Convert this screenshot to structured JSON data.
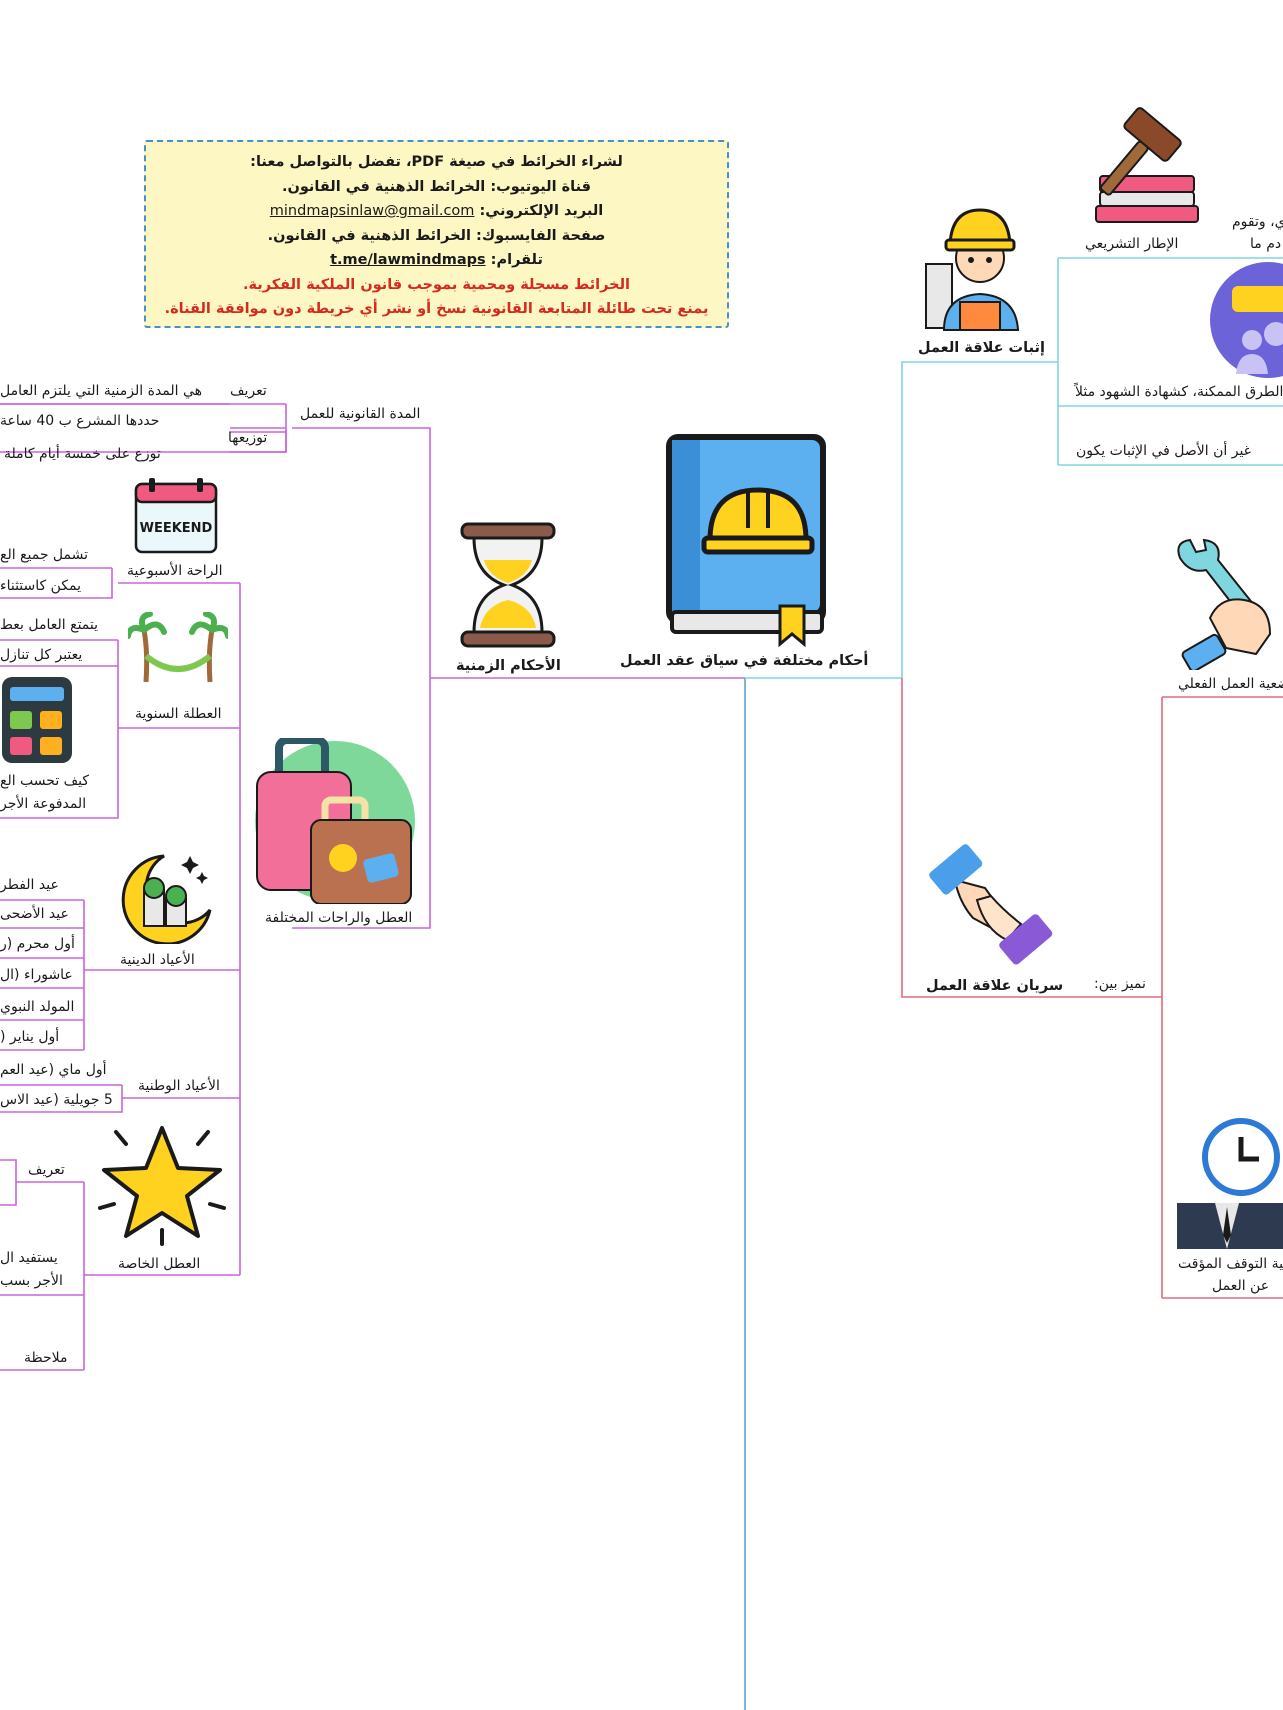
{
  "colors": {
    "purple_branch": "#c766d8",
    "cyan_branch": "#7fd6de",
    "red_branch": "#e06b7a",
    "blue_trunk": "#5aa3d6",
    "notice_bg": "#fdf7c3",
    "notice_border": "#4a90c8",
    "notice_red": "#d42a20"
  },
  "notice": {
    "line1": "لشراء الخرائط في صيغة PDF، تفضل بالتواصل معنا:",
    "line2": "قناة اليوتيوب: الخرائط الذهنية في القانون.",
    "line3_label": "البريد الإلكتروني:",
    "line3_email": "mindmapsinlaw@gmail.com",
    "line4": "صفحة الفايسبوك: الخرائط الذهنية في القانون.",
    "line5_label": "تلقرام:",
    "line5_link": "t.me/lawmindmaps",
    "line6": "الخرائط مسجلة ومحمية بموجب قانون الملكية الفكرية.",
    "line7": "يمنع تحت طائلة المتابعة القانونية نسخ أو نشر أي خريطة دون موافقة القناة."
  },
  "center": {
    "title": "أحكام مختلفة في سياق عقد العمل",
    "icon": "law-book-hard-hat-icon"
  },
  "time_rules": {
    "title": "الأحكام الزمنية",
    "icon": "hourglass-icon",
    "legal_duration": {
      "title": "المدة القانونية للعمل",
      "definition_label": "تعريف",
      "definition_text": "هي المدة الزمنية التي يلتزم العامل",
      "distribution_label": "توزيعها",
      "dist_item1": "حددها المشرع ب 40 ساعة",
      "dist_item2": "توزع على خمسة أيام كاملة"
    },
    "holidays": {
      "title": "العطل والراحات المختلفة",
      "icon": "luggage-icon",
      "weekly_rest": {
        "title": "الراحة الأسبوعية",
        "icon": "weekend-calendar-icon",
        "item1": "تشمل جميع الع",
        "item2": "يمكن كاستثناء"
      },
      "annual_leave": {
        "title": "العطلة السنوية",
        "icon": "palm-hammock-icon",
        "item1": "يتمتع العامل بعط",
        "item2": "يعتبر كل تنازل"
      },
      "calc": {
        "icon": "calculator-icon",
        "line1": "كيف تحسب الع",
        "line2": "المدفوعة الأجر"
      },
      "religious": {
        "title": "الأعياد الدينية",
        "icon": "crescent-mosque-icon",
        "items": [
          "عيد الفطر",
          "عيد الأضحى",
          "أول محرم (ر",
          "عاشوراء (ال",
          "المولد النبوي",
          "أول يناير ("
        ]
      },
      "national": {
        "title": "الأعياد الوطنية",
        "items": [
          "أول ماي (عيد العم",
          "5 جويلية (عيد الاس"
        ]
      },
      "special": {
        "title": "العطل الخاصة",
        "icon": "star-icon",
        "definition_label": "تعريف",
        "benefit_line1": "يستفيد ال",
        "benefit_line2": "الأجر بسب",
        "note_label": "ملاحظة"
      }
    }
  },
  "proof": {
    "title": "إثبات علاقة العمل",
    "icon": "construction-worker-icon",
    "legislative_title": "الإطار التشريعي",
    "legislative_icon": "gavel-books-icon",
    "top_text_line1": "ي، وتقوم",
    "top_text_line2": "دم ما",
    "witness_text": "الطرق الممكنة، كشهادة الشهود مثلاً",
    "witness_icon": "rating-people-icon",
    "principle_text": "غير أن الأصل في الإثبات يكون"
  },
  "validity": {
    "title": "سريان علاقة العمل",
    "icon": "handshake-icon",
    "distinguish": "نميز بين:",
    "actual_work": {
      "text": "وضعية العمل الفعلي",
      "icon": "wrench-hand-icon"
    },
    "suspension": {
      "line1": "وضعية التوقف المؤقت",
      "line2": "عن العمل",
      "icon": "clock-worker-icon"
    }
  }
}
